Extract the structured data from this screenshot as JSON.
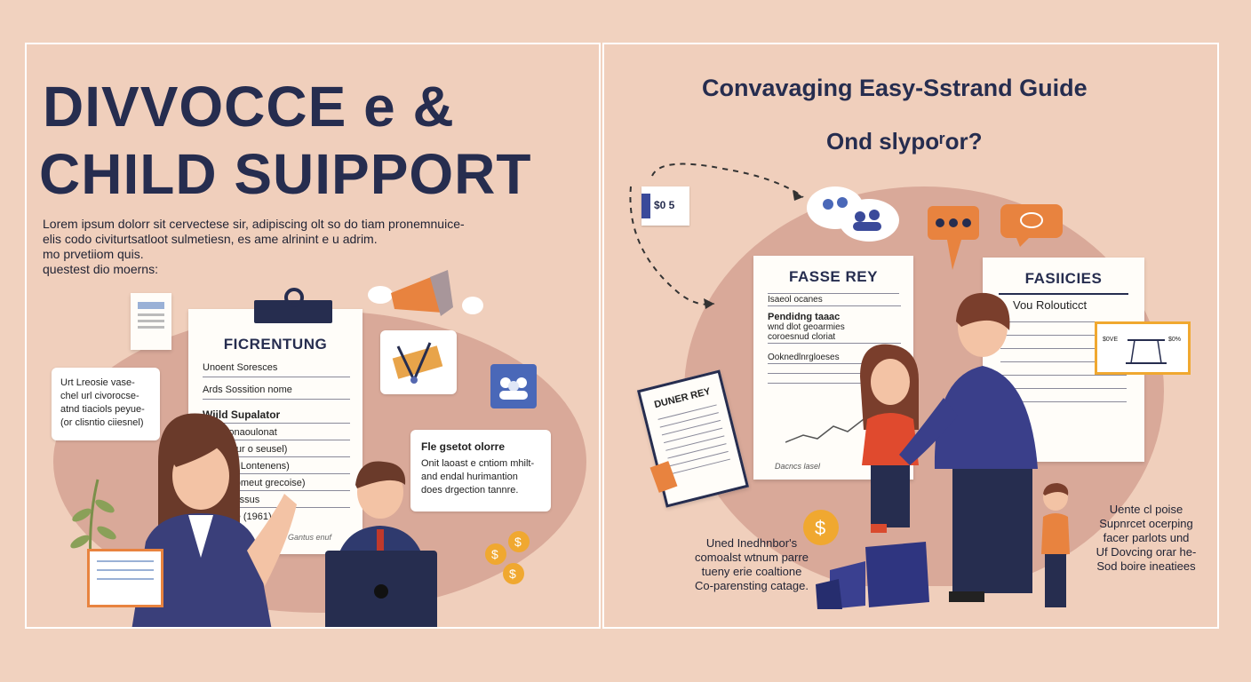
{
  "left": {
    "title_line1": "DIVVOCCE e &",
    "title_line2": "CHILD SUIPPORT",
    "intro": [
      "Lorem ipsum dolorr sit cervectese sir, adipiscing olt  so do tiam pronemnuice-",
      "elis codo civiturtsatloot sulmetiesn, es ame alrinint e u adrim.",
      "mo prvetiiom quis.",
      "questest dio moerns:"
    ],
    "doc": {
      "title": "FICRENTUNG",
      "rows": [
        "Unoent Soresces",
        "Ards Sossition nome",
        "Wiild Supalator",
        "ls or conaoulonat",
        "Ad o Lour o seusel)",
        "anu Gor Lontenens)",
        "Ind dnuomeut grecoise)",
        "Un baeessus",
        "Seeecse (1961)"
      ],
      "signature": "Gantus enuf"
    },
    "side_note": [
      "Urt Lreosie vase-",
      "chel url civorocse-",
      "atnd tiaciols peyue-",
      "(or clisntio ciiesnel)"
    ],
    "speech": {
      "title": "Fle gsetot olorre",
      "lines": [
        "Onit laoast e cntiom mhilt-",
        "and endal hurimantion",
        "does drgection tannre."
      ]
    }
  },
  "right": {
    "title": "Convavaging Easy-Sstrand Guide",
    "subtitle": "Ond slypoʳor?",
    "calendar_label": "$0 5",
    "doc1": {
      "title": "FASSE REY",
      "rows": [
        "Isaeol ocanes",
        "Pendidng  taaac",
        "wnd  dlot geoarmies",
        "coroesnud cloriat",
        "Ooknedlnrgloeses"
      ],
      "signature": "Dacncs lasel"
    },
    "doc2": {
      "title": "FASIICIES",
      "subtitle": "Vou Rolouticct"
    },
    "tilted_doc": "DUNER REY",
    "chart_card": {
      "left": "$0VE",
      "right": "$0%"
    },
    "caption_left": [
      "Uned Inedhnbor's",
      "comoalst wtnum parre",
      "tueny erie coaltione",
      "Co-parensting catage."
    ],
    "caption_right": [
      "Uente cl poise",
      "Supnrcet ocerping",
      "facer parlots und",
      "Uf  Dovcing orar he-",
      "Sod boire ineatiees"
    ]
  },
  "colors": {
    "navy": "#262d4f",
    "orange": "#e8833f",
    "background": "#f1d2bf",
    "blob": "#d9a999"
  }
}
